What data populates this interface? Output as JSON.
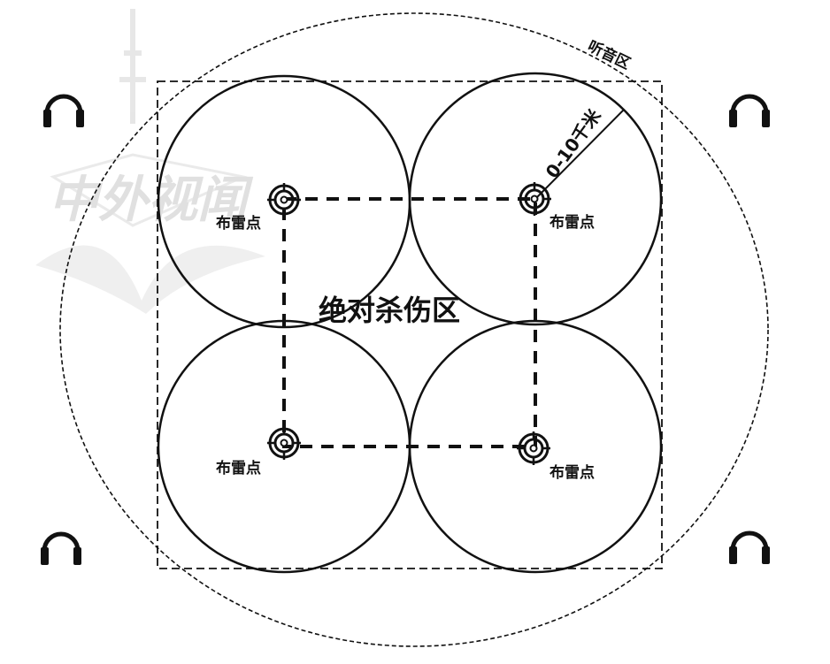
{
  "labels": {
    "listen_zone": "听音区",
    "kill_zone": "绝对杀伤区",
    "radius": "0-10千米",
    "mine_point": "布雷点"
  },
  "watermark": {
    "text": "中外视闻"
  },
  "mine_points": [
    {
      "label": "布雷点"
    },
    {
      "label": "布雷点"
    },
    {
      "label": "布雷点"
    },
    {
      "label": "布雷点"
    }
  ],
  "icons": [
    "headphones-icon",
    "headphones-icon",
    "headphones-icon",
    "headphones-icon",
    "crosshair-icon"
  ],
  "colors": {
    "line": "#111111",
    "background": "#ffffff",
    "watermark": "#d9d9d9"
  }
}
